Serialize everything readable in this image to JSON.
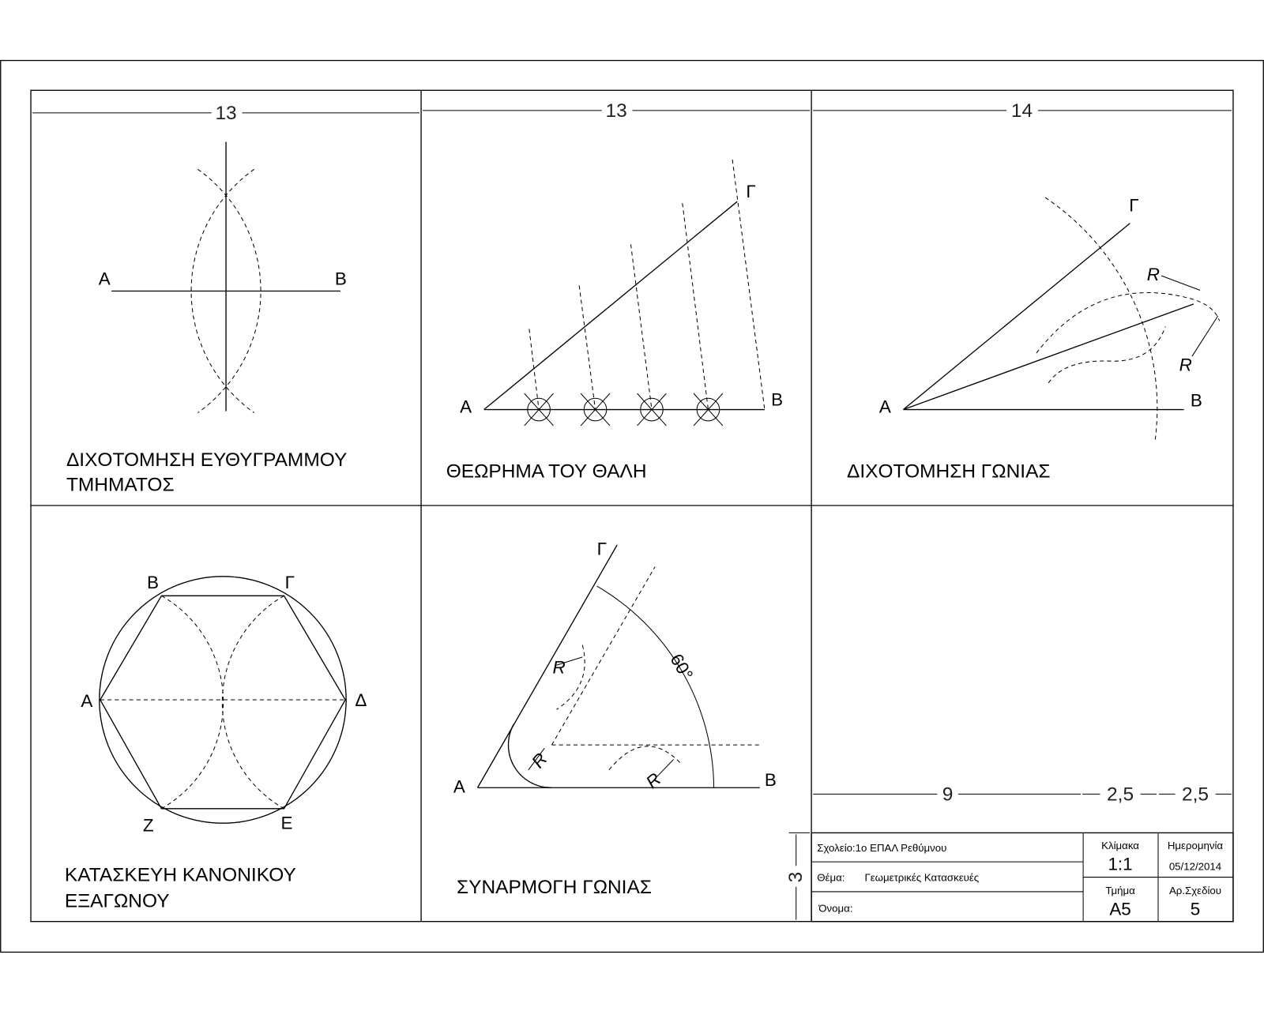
{
  "dimensions": {
    "top": [
      "13",
      "13",
      "14"
    ],
    "block_widths": [
      "9",
      "2,5",
      "2,5"
    ],
    "block_height": "3"
  },
  "panels": {
    "segment_bisection": {
      "title_line1": "ΔΙΧΟΤΟΜΗΣΗ ΕΥΘΥΓΡΑΜΜΟΥ",
      "title_line2": "ΤΜΗΜΑΤΟΣ",
      "labels": {
        "a": "A",
        "b": "B"
      }
    },
    "thales": {
      "title": "ΘΕΩΡΗΜΑ ΤΟΥ ΘΑΛΗ",
      "labels": {
        "a": "A",
        "b": "B",
        "g": "Γ"
      }
    },
    "angle_bisection": {
      "title": "ΔΙΧΟΤΟΜΗΣΗ ΓΩΝΙΑΣ",
      "labels": {
        "a": "A",
        "b": "B",
        "g": "Γ",
        "r": "R"
      }
    },
    "hexagon": {
      "title_line1": "ΚΑΤΑΣΚΕΥΗ ΚΑΝΟΝΙΚΟΥ",
      "title_line2": "ΕΞΑΓΩΝΟΥ",
      "labels": {
        "a": "A",
        "b": "B",
        "g": "Γ",
        "d": "Δ",
        "e": "E",
        "z": "Z"
      }
    },
    "angle_fillet": {
      "title": "ΣΥΝΑΡΜΟΓΗ ΓΩΝΙΑΣ",
      "labels": {
        "a": "A",
        "b": "B",
        "g": "Γ",
        "r": "R"
      },
      "angle": "60°"
    }
  },
  "title_block": {
    "school": "Σχολείο:1ο ΕΠΑΛ  Ρεθύμνου",
    "subject_label": "Θέμα:",
    "subject": "Γεωμετρικές Κατασκευές",
    "name_label": "Όνομα:",
    "scale_label": "Κλίμακα",
    "scale": "1:1",
    "date_label": "Ημερομηνία",
    "date": "05/12/2014",
    "class_label": "Τμήμα",
    "class": "A5",
    "drawing_no_label": "Αρ.Σχεδίου",
    "drawing_no": "5"
  }
}
